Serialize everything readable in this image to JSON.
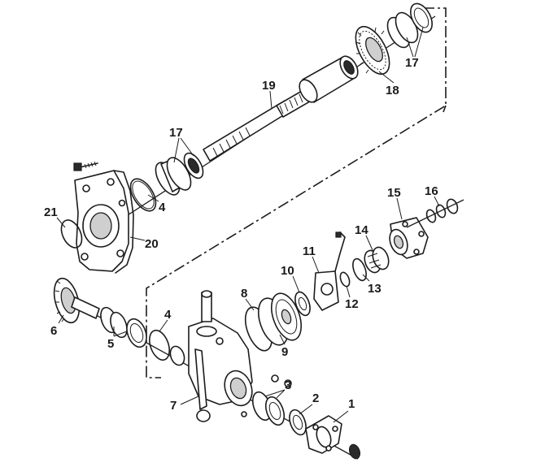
{
  "labels": [
    {
      "id": "1",
      "text": "1"
    },
    {
      "id": "2",
      "text": "2"
    },
    {
      "id": "3",
      "text": "3"
    },
    {
      "id": "4a",
      "text": "4"
    },
    {
      "id": "4b",
      "text": "4"
    },
    {
      "id": "5",
      "text": "5"
    },
    {
      "id": "6",
      "text": "6"
    },
    {
      "id": "7",
      "text": "7"
    },
    {
      "id": "8",
      "text": "8"
    },
    {
      "id": "9",
      "text": "9"
    },
    {
      "id": "10",
      "text": "10"
    },
    {
      "id": "11",
      "text": "11"
    },
    {
      "id": "12",
      "text": "12"
    },
    {
      "id": "13",
      "text": "13"
    },
    {
      "id": "14",
      "text": "14"
    },
    {
      "id": "15",
      "text": "15"
    },
    {
      "id": "16",
      "text": "16"
    },
    {
      "id": "17a",
      "text": "17"
    },
    {
      "id": "17b",
      "text": "17"
    },
    {
      "id": "18",
      "text": "18"
    },
    {
      "id": "19",
      "text": "19"
    },
    {
      "id": "20",
      "text": "20"
    },
    {
      "id": "21",
      "text": "21"
    }
  ]
}
